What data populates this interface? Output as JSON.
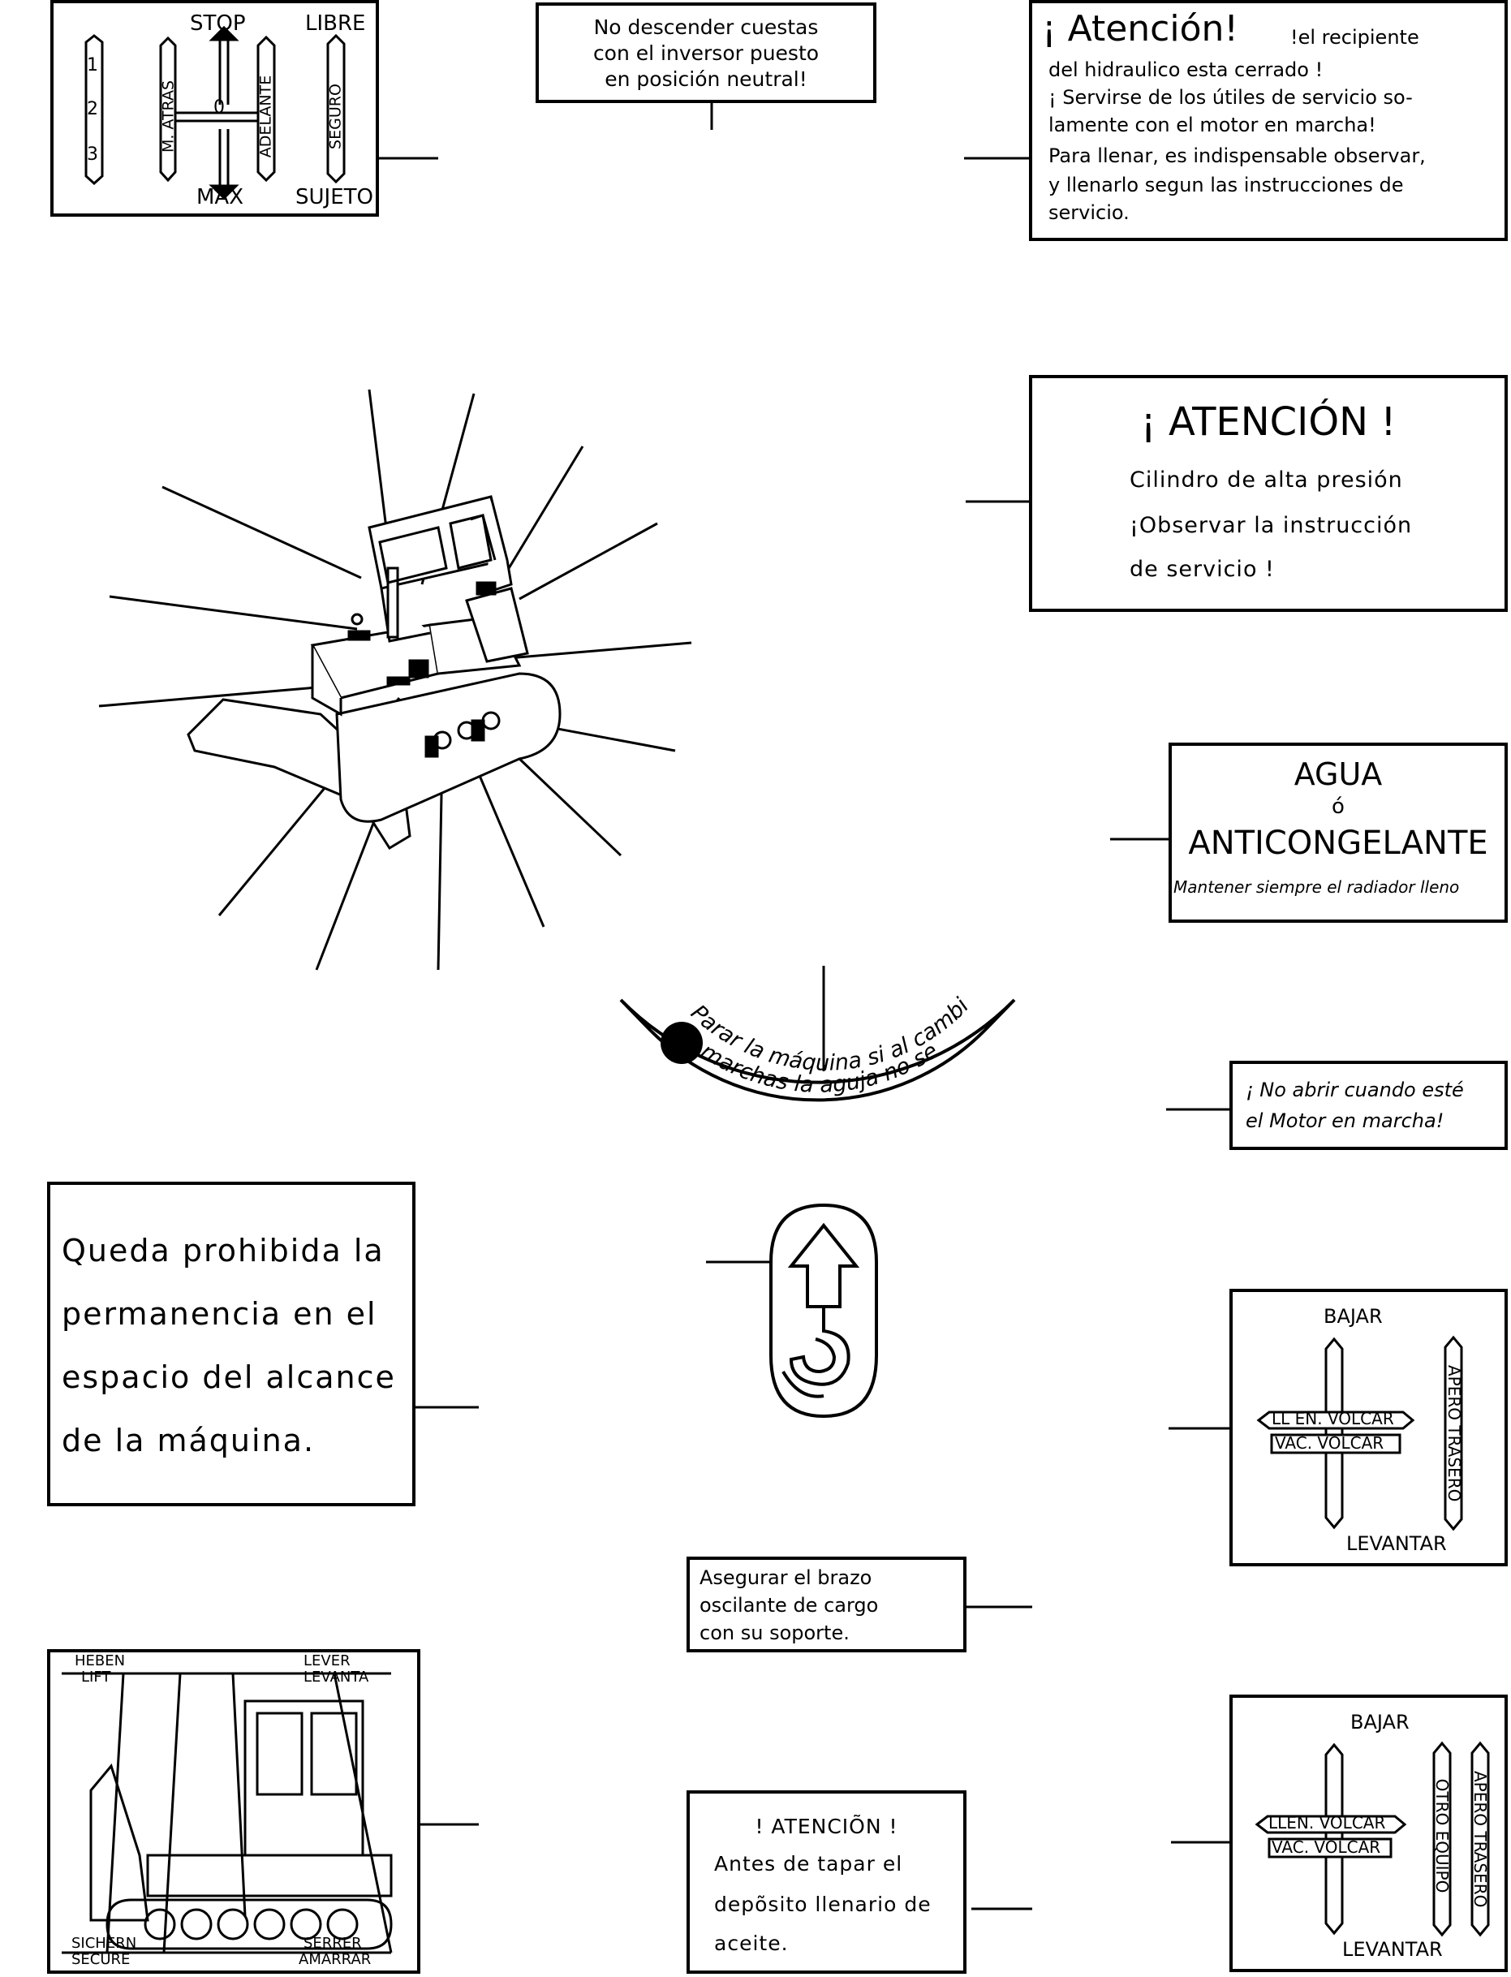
{
  "shift_decal": {
    "top_left": "STOP",
    "top_right": "LIBRE",
    "bottom_left": "MAX",
    "bottom_right": "SUJETO",
    "gears": [
      "1",
      "2",
      "3"
    ],
    "reverse": "M. ATRAS",
    "neutral": "0",
    "forward": "ADELANTE",
    "safety": "SEGURO"
  },
  "inversor_notice": {
    "lines": [
      "No descender cuestas",
      "con el inversor puesto",
      "en posición neutral!"
    ]
  },
  "hydraulic_notice": {
    "heading": "¡ Atención!",
    "heading_rest": "!el recipiente",
    "lines": [
      "del hidraulico esta cerrado !",
      "¡ Servirse de los útiles de servicio so-",
      "lamente con el motor en marcha!",
      "Para llenar, es indispensable observar,",
      "y llenarlo segun las instrucciones de",
      "servicio."
    ]
  },
  "pressure_notice": {
    "heading": "¡ ATENCIÓN !",
    "lines": [
      "Cilindro de alta presión",
      "¡Observar la instrucción",
      "de servicio !"
    ]
  },
  "coolant_notice": {
    "line1": "AGUA",
    "line2": "ó",
    "line3": "ANTICONGELANTE",
    "line4": "Mantener siempre el radiador lleno"
  },
  "arc_notice": {
    "line1": "Parar la máquina si al cambiar",
    "line2": "marchas la aguja no se mueva."
  },
  "motor_notice": {
    "lines": [
      "¡ No abrir cuando esté",
      "el Motor en marcha!"
    ]
  },
  "prohibited_notice": {
    "lines": [
      "Queda prohibida la",
      "permanencia en el",
      "espacio del alcance",
      "de la máquina."
    ]
  },
  "control_decal_1": {
    "top": "BAJAR",
    "bottom": "LEVANTAR",
    "fill": "LL EN. VOLCAR",
    "empty": "VAC. VOLCAR",
    "rear": "APERO TRASERO"
  },
  "brazo_notice": {
    "lines": [
      "Asegurar el brazo",
      "oscilante de cargo",
      "con su soporte."
    ]
  },
  "lift_decal": {
    "top_left_1": "HEBEN",
    "top_left_2": "LIFT",
    "top_right_1": "LEVER",
    "top_right_2": "LEVANTA",
    "bottom_left_1": "SICHERN",
    "bottom_left_2": "SECURE",
    "bottom_right_1": "SERRER",
    "bottom_right_2": "AMARRAR"
  },
  "oil_notice": {
    "lines": [
      "! ATENCIÕN !",
      "Antes de tapar el",
      "depõsito llenario de",
      "aceite."
    ]
  },
  "control_decal_2": {
    "top": "BAJAR",
    "bottom": "LEVANTAR",
    "fill": "LLEN. VOLCAR",
    "empty": "VAC. VOLCAR",
    "other": "OTRO EQUIPO",
    "rear": "APERO TRASERO"
  }
}
